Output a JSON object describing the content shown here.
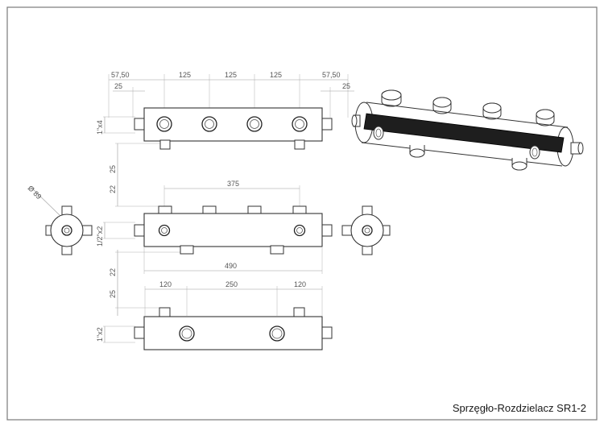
{
  "title": "Sprzęgło-Rozdzielacz SR1-2",
  "dimensions": {
    "top": {
      "d1": "57,50",
      "d2": "125",
      "d3": "125",
      "d4": "125",
      "d5": "57,50",
      "end_left": "25",
      "end_right": "25",
      "thread_side": "1\"x4",
      "gap": "25"
    },
    "middle": {
      "span": "375",
      "len": "490",
      "gap_top": "22",
      "gap_bottom": "22",
      "thread_side": "1/2\"x2",
      "diameter": "Ø 89"
    },
    "bottom": {
      "d1": "120",
      "d2": "250",
      "d3": "120",
      "gap": "25",
      "thread_side": "1\"x2"
    }
  },
  "colors": {
    "frame": "#7a7a7a",
    "line": "#333333",
    "dim": "#9a9a9a",
    "baffle": "#1e1e1e"
  }
}
